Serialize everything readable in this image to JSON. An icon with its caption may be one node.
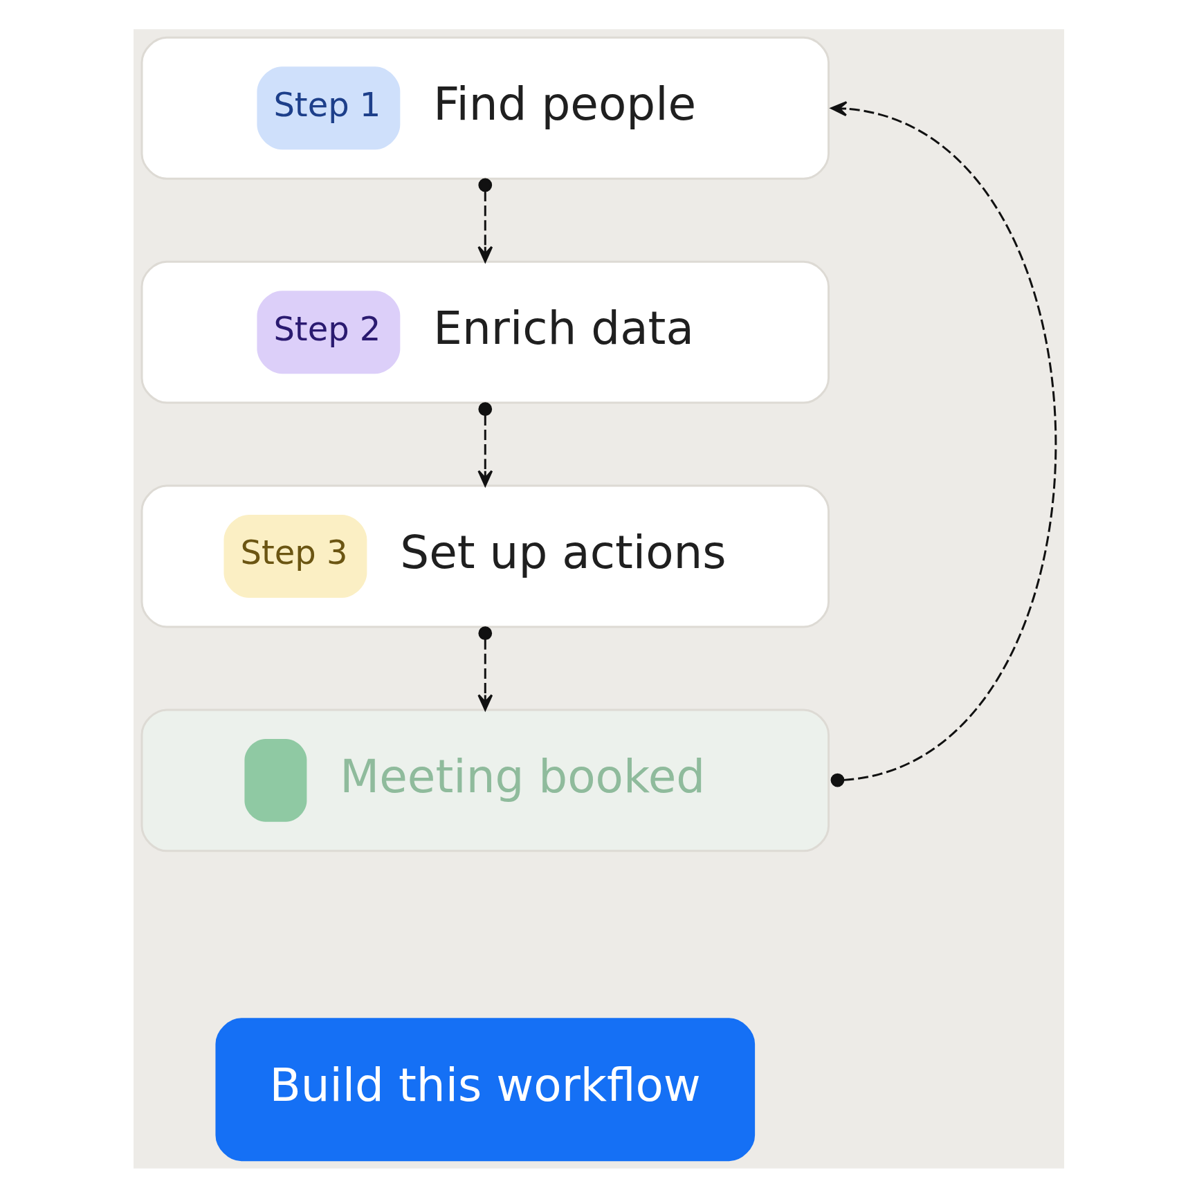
{
  "diagram": {
    "nodes": [
      {
        "text": [
          "Step 1",
          "Find people"
        ]
      },
      {
        "text": [
          "Step 2",
          "Enrich data"
        ]
      },
      {
        "text": [
          "Step 3",
          "Set up actions"
        ]
      },
      {
        "text": [
          "Meeting booked"
        ]
      },
      {
        "text": [
          "Build this workflow"
        ]
      }
    ],
    "edges": [
      {
        "from": 0,
        "to": 1,
        "arrow": "to",
        "style": "dashed"
      },
      {
        "from": 1,
        "to": 2,
        "arrow": "to",
        "style": "dashed"
      },
      {
        "from": 2,
        "to": 3,
        "arrow": "to",
        "style": "dashed"
      },
      {
        "from": 3,
        "to": 0,
        "arrow": "to",
        "style": "dashed"
      }
    ]
  }
}
